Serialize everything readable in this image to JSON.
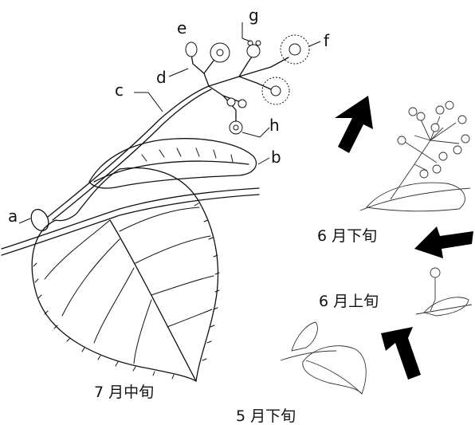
{
  "part_labels": {
    "a": "a",
    "b": "b",
    "c": "c",
    "d": "d",
    "e": "e",
    "f": "f",
    "g": "g",
    "h": "h"
  },
  "stages": {
    "may_late": "5 月下旬",
    "june_early": "6 月上旬",
    "june_late": "6 月下旬",
    "july_mid": "7 月中旬"
  },
  "colors": {
    "ink": "#111111",
    "arrow": "#000000",
    "paper": "#ffffff"
  }
}
